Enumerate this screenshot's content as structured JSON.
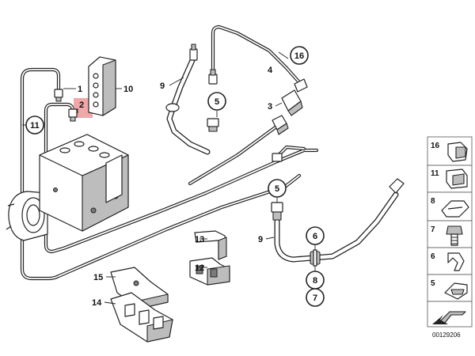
{
  "callouts": {
    "c1": "1",
    "c2": "2",
    "c10": "10",
    "c11": "11",
    "c9_top": "9",
    "c5_top": "5",
    "c16": "16",
    "c4": "4",
    "c3": "3",
    "c5_mid": "5",
    "c9_bot": "9",
    "c6": "6",
    "c8": "8",
    "c7": "7",
    "c13": "13",
    "c12": "12",
    "c15": "15",
    "c14": "14"
  },
  "legend": {
    "items": [
      {
        "num": "16",
        "icon": "clip-16-icon"
      },
      {
        "num": "11",
        "icon": "clip-11-icon"
      },
      {
        "num": "8",
        "icon": "clip-8-icon"
      },
      {
        "num": "7",
        "icon": "bolt-7-icon"
      },
      {
        "num": "6",
        "icon": "spring-clip-6-icon"
      },
      {
        "num": "5",
        "icon": "clip-5-icon"
      }
    ],
    "catalog_number": "00129206"
  },
  "colors": {
    "line": "#222222",
    "highlight": "#e98a8a",
    "shade": "#bdbdbd"
  }
}
